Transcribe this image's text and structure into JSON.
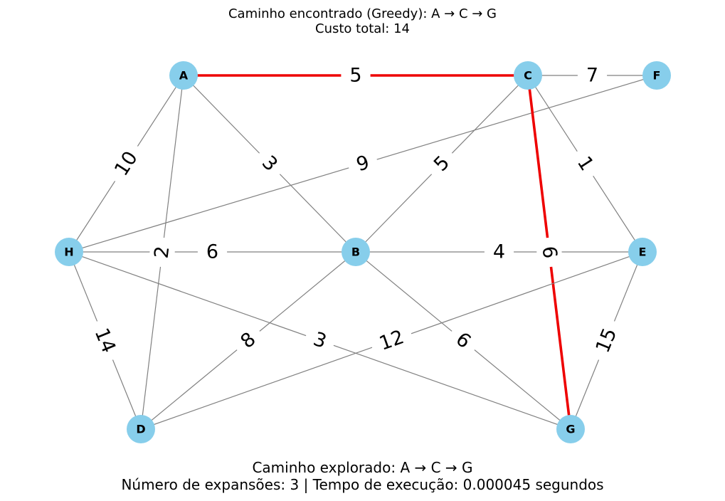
{
  "title": {
    "line1": "Caminho encontrado (Greedy): A → C → G",
    "line2": "Custo total: 14"
  },
  "footer": {
    "line1": "Caminho explorado: A → C → G",
    "line2": "Número de expansões: 3 | Tempo de execução: 0.000045 segundos"
  },
  "colors": {
    "node": "#87ceeb",
    "edge": "#808080",
    "path": "#ee0000"
  },
  "graph": {
    "nodes": [
      "A",
      "C",
      "F",
      "H",
      "B",
      "E",
      "D",
      "G"
    ],
    "edges": [
      {
        "from": "A",
        "to": "C",
        "weight": "5"
      },
      {
        "from": "C",
        "to": "F",
        "weight": "7"
      },
      {
        "from": "A",
        "to": "H",
        "weight": "10"
      },
      {
        "from": "A",
        "to": "B",
        "weight": "3"
      },
      {
        "from": "A",
        "to": "D",
        "weight": "2"
      },
      {
        "from": "F",
        "to": "H",
        "weight": "9"
      },
      {
        "from": "C",
        "to": "B",
        "weight": "5"
      },
      {
        "from": "C",
        "to": "E",
        "weight": "1"
      },
      {
        "from": "C",
        "to": "G",
        "weight": "6"
      },
      {
        "from": "H",
        "to": "B",
        "weight": "6"
      },
      {
        "from": "B",
        "to": "E",
        "weight": "4"
      },
      {
        "from": "H",
        "to": "D",
        "weight": "14"
      },
      {
        "from": "H",
        "to": "G",
        "weight": "3"
      },
      {
        "from": "B",
        "to": "D",
        "weight": "8"
      },
      {
        "from": "B",
        "to": "G",
        "weight": "6"
      },
      {
        "from": "D",
        "to": "E",
        "weight": "12"
      },
      {
        "from": "E",
        "to": "G",
        "weight": "15"
      }
    ],
    "path": [
      "A",
      "C",
      "G"
    ]
  }
}
